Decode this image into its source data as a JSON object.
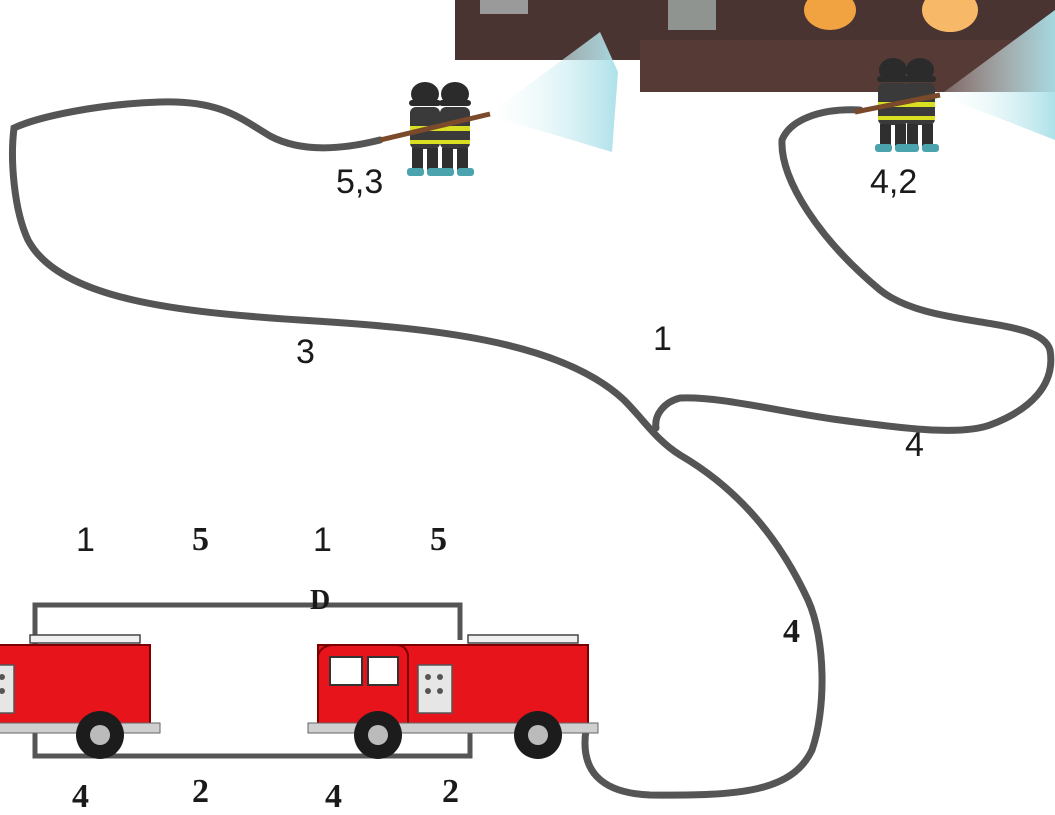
{
  "labels": {
    "top_left_firefighters": "5,3",
    "top_right_firefighters": "4,2",
    "hose_left_segment": "3",
    "hose_middle_segment": "1",
    "hose_right_segment": "4",
    "hose_lower_segment": "4",
    "top_row": [
      "1",
      "5",
      "1",
      "5"
    ],
    "bottom_row": [
      "4",
      "2",
      "4",
      "2"
    ],
    "connector_label": "D"
  },
  "colors": {
    "hose": "#555555",
    "truck_red": "#e8141b",
    "water": "#bde9ee",
    "building": "#4a3432",
    "helmet": "#2b2b2b",
    "coat_stripe": "#d9e022"
  },
  "icons": [
    "fire-truck-icon",
    "firefighter-icon",
    "burning-building-icon",
    "water-spray-icon"
  ]
}
